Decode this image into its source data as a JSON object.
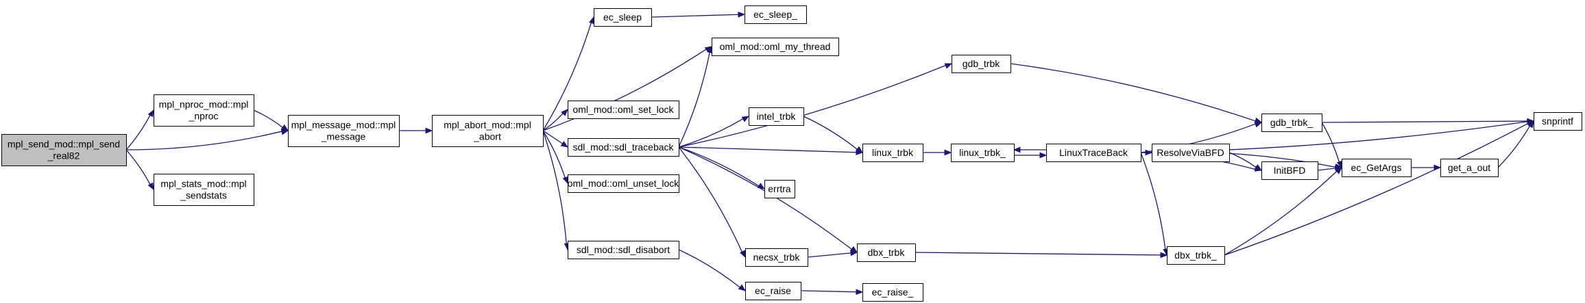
{
  "graph": {
    "edge_color": "#191970",
    "root_fill": "#bfbfbf",
    "nodes": [
      {
        "id": "mpl_send_real82",
        "lines": [
          "mpl_send_mod::mpl_send",
          "_real82"
        ],
        "root": true
      },
      {
        "id": "mpl_nproc",
        "lines": [
          "mpl_nproc_mod::mpl",
          "_nproc"
        ]
      },
      {
        "id": "mpl_message",
        "lines": [
          "mpl_message_mod::mpl",
          "_message"
        ]
      },
      {
        "id": "mpl_sendstats",
        "lines": [
          "mpl_stats_mod::mpl",
          "_sendstats"
        ]
      },
      {
        "id": "mpl_abort",
        "lines": [
          "mpl_abort_mod::mpl",
          "_abort"
        ]
      },
      {
        "id": "ec_sleep",
        "lines": [
          "ec_sleep"
        ]
      },
      {
        "id": "ec_sleep_",
        "lines": [
          "ec_sleep_"
        ]
      },
      {
        "id": "oml_my_thread",
        "lines": [
          "oml_mod::oml_my_thread"
        ]
      },
      {
        "id": "oml_set_lock",
        "lines": [
          "oml_mod::oml_set_lock"
        ]
      },
      {
        "id": "sdl_traceback",
        "lines": [
          "sdl_mod::sdl_traceback"
        ]
      },
      {
        "id": "oml_unset_lock",
        "lines": [
          "oml_mod::oml_unset_lock"
        ]
      },
      {
        "id": "sdl_disabort",
        "lines": [
          "sdl_mod::sdl_disabort"
        ]
      },
      {
        "id": "gdb_trbk",
        "lines": [
          "gdb_trbk"
        ]
      },
      {
        "id": "intel_trbk",
        "lines": [
          "intel_trbk"
        ]
      },
      {
        "id": "linux_trbk",
        "lines": [
          "linux_trbk"
        ]
      },
      {
        "id": "errtra",
        "lines": [
          "errtra"
        ]
      },
      {
        "id": "necsx_trbk",
        "lines": [
          "necsx_trbk"
        ]
      },
      {
        "id": "dbx_trbk",
        "lines": [
          "dbx_trbk"
        ]
      },
      {
        "id": "ec_raise",
        "lines": [
          "ec_raise"
        ]
      },
      {
        "id": "ec_raise_",
        "lines": [
          "ec_raise_"
        ]
      },
      {
        "id": "linux_trbk_",
        "lines": [
          "linux_trbk_"
        ]
      },
      {
        "id": "LinuxTraceBack",
        "lines": [
          "LinuxTraceBack"
        ]
      },
      {
        "id": "gdb_trbk_",
        "lines": [
          "gdb_trbk_"
        ]
      },
      {
        "id": "ResolveViaBFD",
        "lines": [
          "ResolveViaBFD"
        ]
      },
      {
        "id": "InitBFD",
        "lines": [
          "InitBFD"
        ]
      },
      {
        "id": "ec_GetArgs",
        "lines": [
          "ec_GetArgs"
        ]
      },
      {
        "id": "get_a_out",
        "lines": [
          "get_a_out"
        ]
      },
      {
        "id": "snprintf",
        "lines": [
          "snprintf"
        ]
      },
      {
        "id": "dbx_trbk_",
        "lines": [
          "dbx_trbk_"
        ]
      }
    ],
    "edges": [
      {
        "from": "mpl_send_real82",
        "to": "mpl_nproc"
      },
      {
        "from": "mpl_send_real82",
        "to": "mpl_message"
      },
      {
        "from": "mpl_send_real82",
        "to": "mpl_sendstats"
      },
      {
        "from": "mpl_nproc",
        "to": "mpl_message"
      },
      {
        "from": "mpl_message",
        "to": "mpl_abort"
      },
      {
        "from": "mpl_abort",
        "to": "ec_sleep"
      },
      {
        "from": "mpl_abort",
        "to": "oml_my_thread"
      },
      {
        "from": "mpl_abort",
        "to": "oml_set_lock"
      },
      {
        "from": "mpl_abort",
        "to": "sdl_traceback"
      },
      {
        "from": "mpl_abort",
        "to": "oml_unset_lock"
      },
      {
        "from": "mpl_abort",
        "to": "sdl_disabort"
      },
      {
        "from": "ec_sleep",
        "to": "ec_sleep_"
      },
      {
        "from": "sdl_traceback",
        "to": "oml_my_thread"
      },
      {
        "from": "sdl_traceback",
        "to": "gdb_trbk"
      },
      {
        "from": "sdl_traceback",
        "to": "intel_trbk"
      },
      {
        "from": "sdl_traceback",
        "to": "linux_trbk"
      },
      {
        "from": "sdl_traceback",
        "to": "errtra"
      },
      {
        "from": "sdl_traceback",
        "to": "necsx_trbk"
      },
      {
        "from": "sdl_traceback",
        "to": "dbx_trbk"
      },
      {
        "from": "sdl_disabort",
        "to": "ec_raise"
      },
      {
        "from": "ec_raise",
        "to": "ec_raise_"
      },
      {
        "from": "intel_trbk",
        "to": "linux_trbk"
      },
      {
        "from": "necsx_trbk",
        "to": "dbx_trbk"
      },
      {
        "from": "linux_trbk",
        "to": "linux_trbk_"
      },
      {
        "from": "linux_trbk_",
        "to": "LinuxTraceBack"
      },
      {
        "from": "LinuxTraceBack",
        "to": "linux_trbk_"
      },
      {
        "from": "gdb_trbk",
        "to": "gdb_trbk_"
      },
      {
        "from": "LinuxTraceBack",
        "to": "gdb_trbk_"
      },
      {
        "from": "LinuxTraceBack",
        "to": "ResolveViaBFD"
      },
      {
        "from": "LinuxTraceBack",
        "to": "InitBFD"
      },
      {
        "from": "LinuxTraceBack",
        "to": "ec_GetArgs"
      },
      {
        "from": "LinuxTraceBack",
        "to": "snprintf"
      },
      {
        "from": "LinuxTraceBack",
        "to": "dbx_trbk_"
      },
      {
        "from": "ResolveViaBFD",
        "to": "InitBFD"
      },
      {
        "from": "InitBFD",
        "to": "ec_GetArgs"
      },
      {
        "from": "gdb_trbk_",
        "to": "ec_GetArgs"
      },
      {
        "from": "gdb_trbk_",
        "to": "snprintf"
      },
      {
        "from": "ec_GetArgs",
        "to": "get_a_out"
      },
      {
        "from": "get_a_out",
        "to": "snprintf"
      },
      {
        "from": "dbx_trbk",
        "to": "dbx_trbk_"
      },
      {
        "from": "dbx_trbk_",
        "to": "ec_GetArgs"
      },
      {
        "from": "dbx_trbk_",
        "to": "snprintf"
      }
    ]
  }
}
